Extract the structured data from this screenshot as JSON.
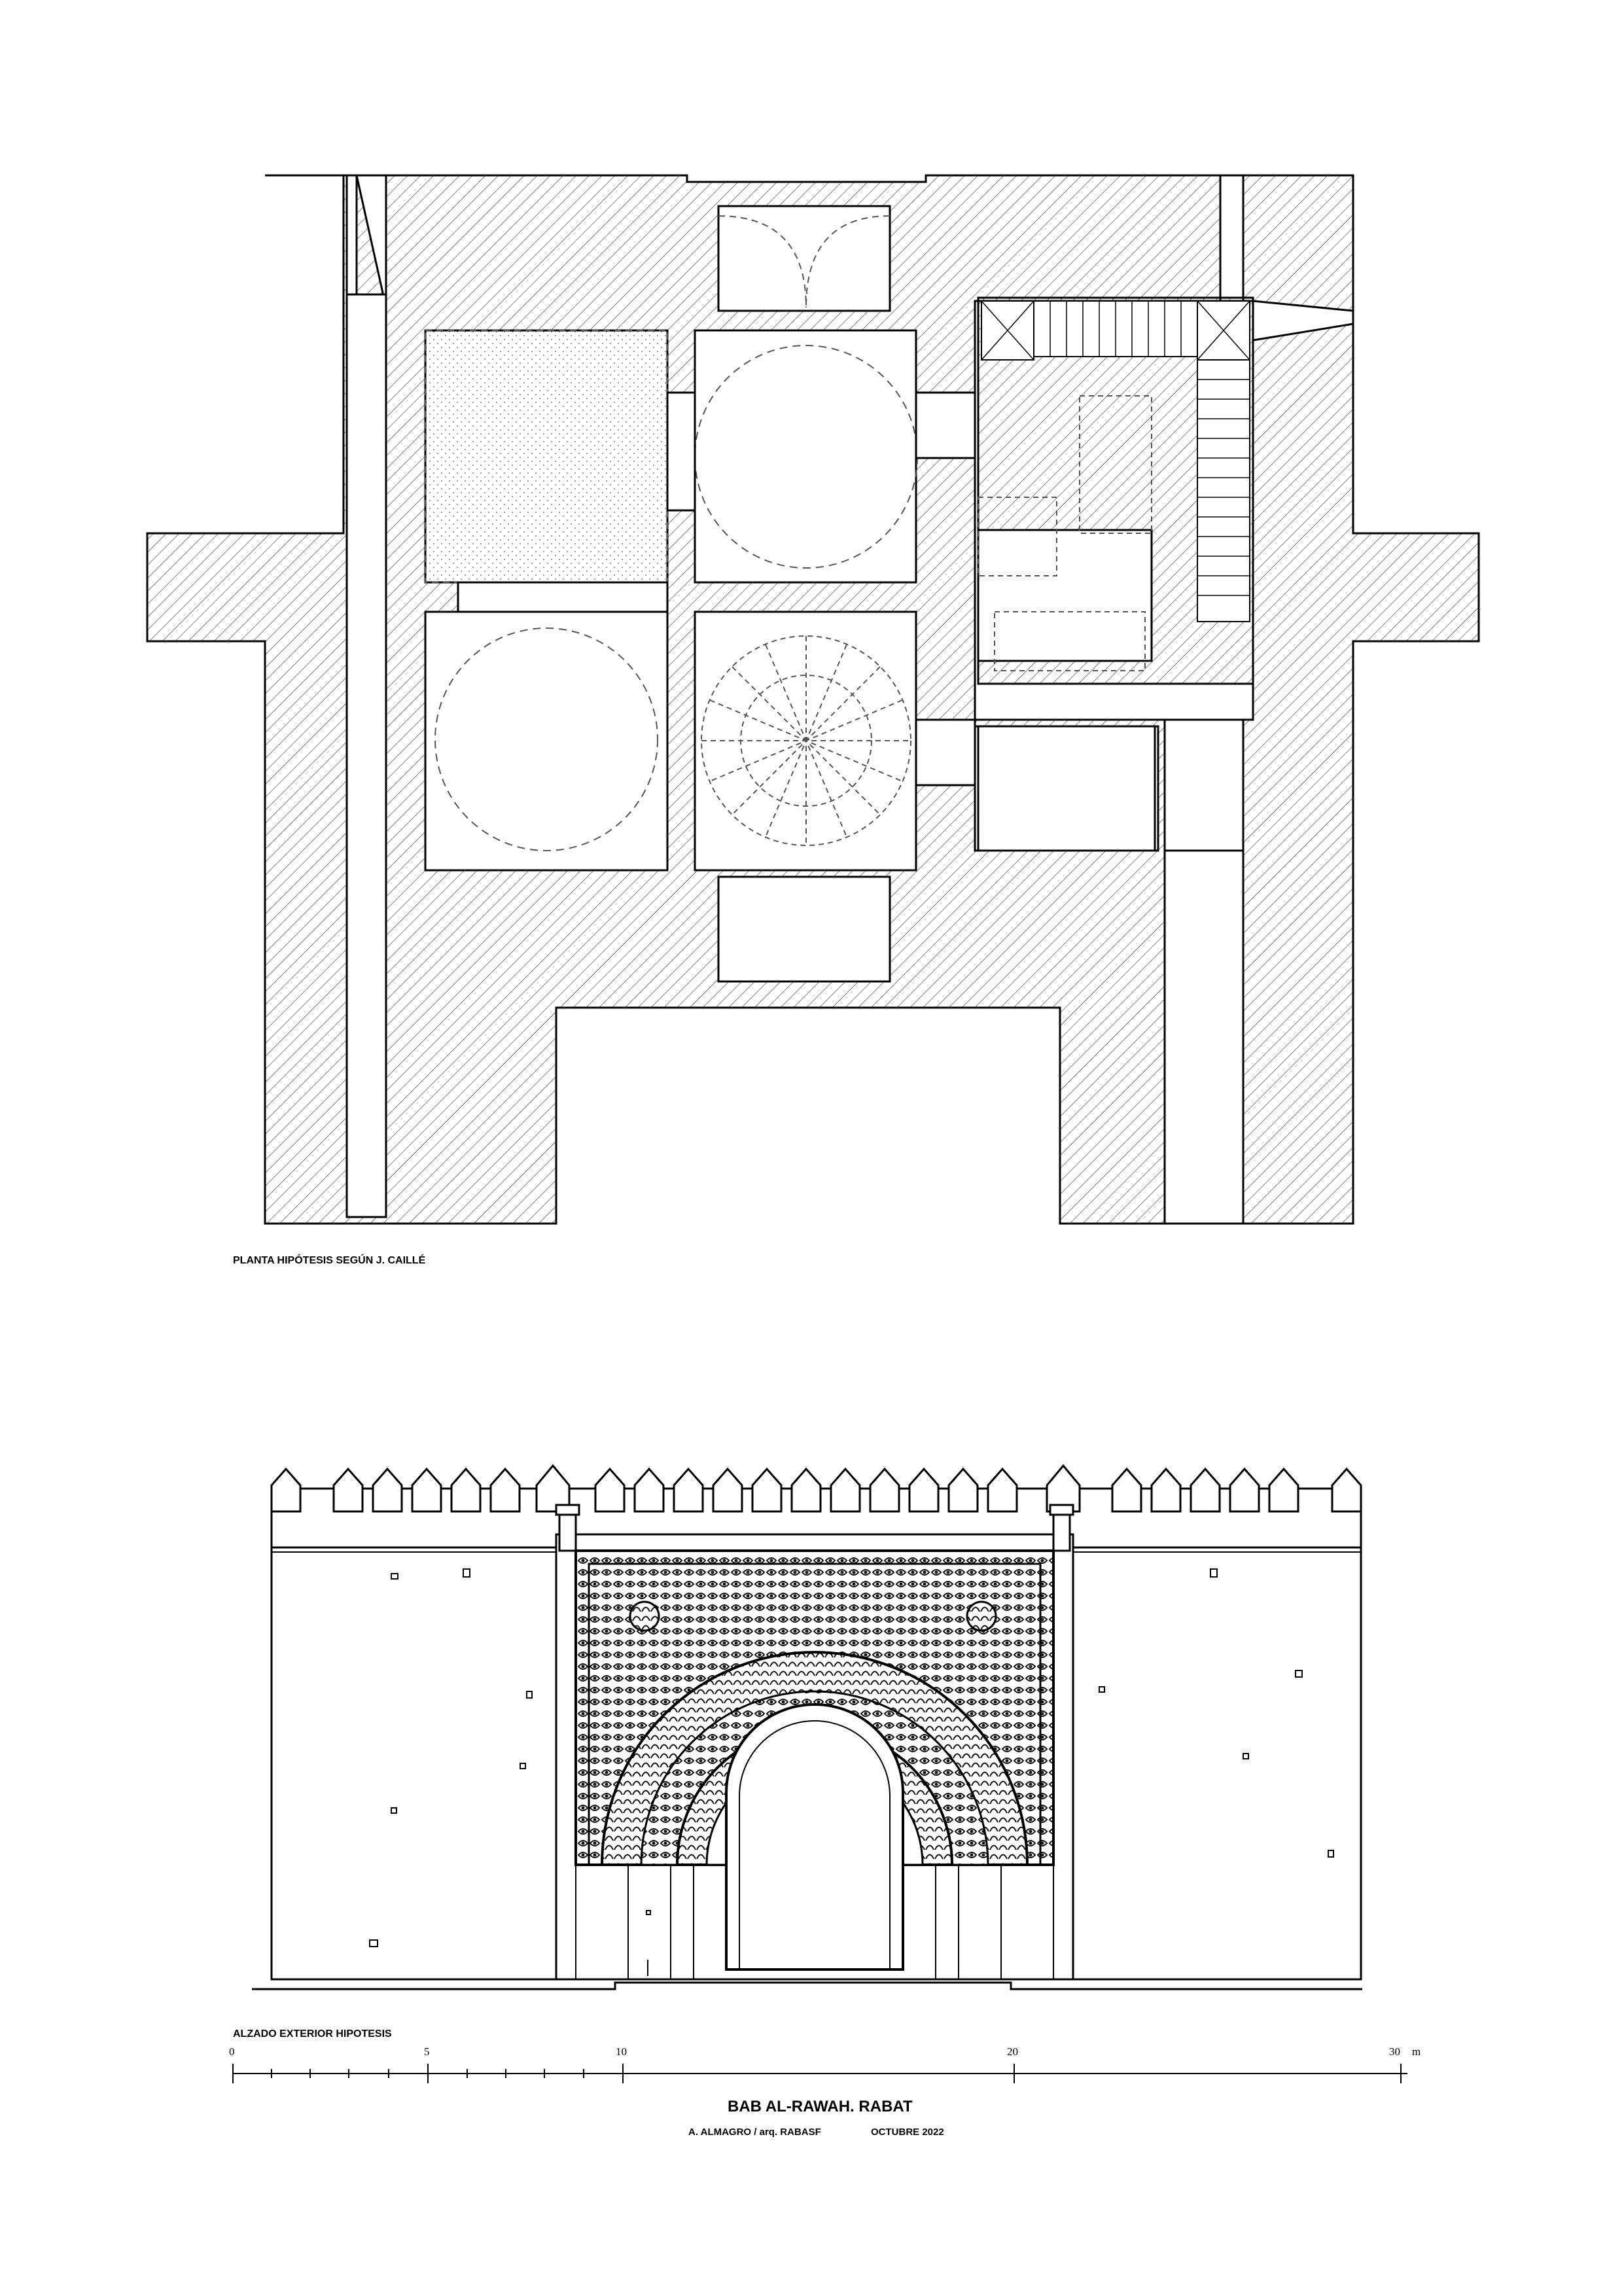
{
  "plan": {
    "caption": "PLANTA HIPÓTESIS SEGÚN J. CAILLÉ"
  },
  "elevation": {
    "caption": "ALZADO EXTERIOR HIPOTESIS"
  },
  "scale_bar": {
    "labels": [
      "0",
      "5",
      "10",
      "20",
      "30"
    ],
    "unit": "m"
  },
  "title_block": {
    "title": "BAB AL-RAWAH. RABAT",
    "author": "A. ALMAGRO / arq. RABASF",
    "date": "OCTUBRE 2022"
  }
}
